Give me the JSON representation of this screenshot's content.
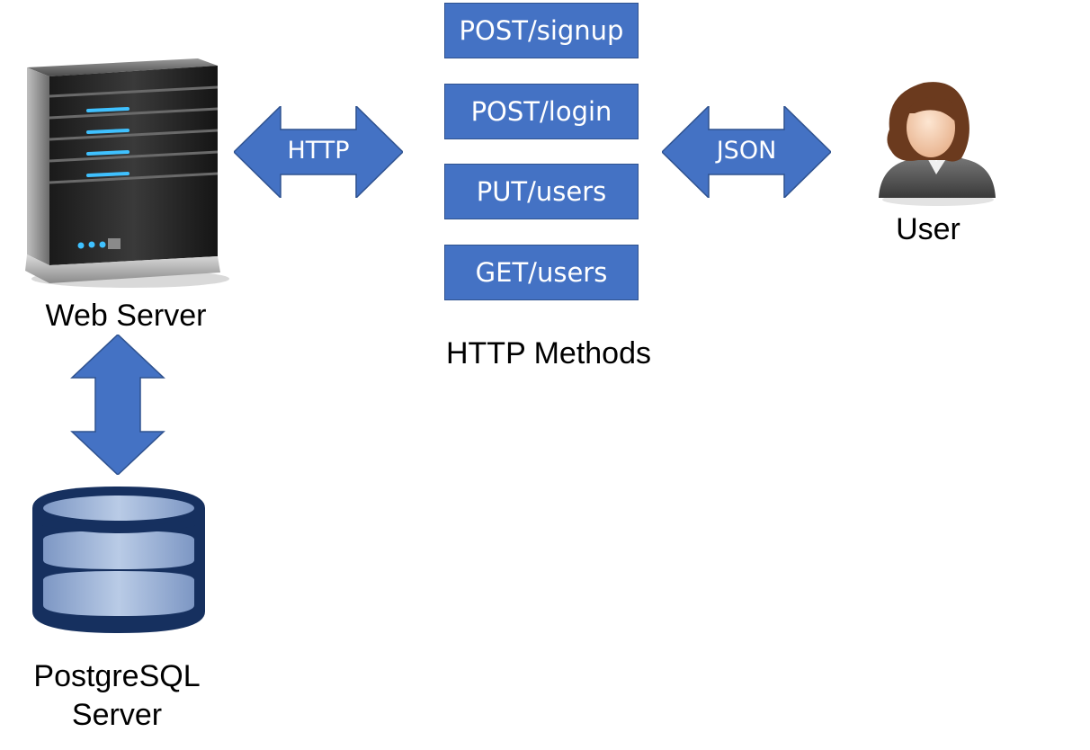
{
  "colors": {
    "accent": "#4472c4",
    "accent_border": "#2f528f"
  },
  "nodes": {
    "web_server": {
      "label": "Web Server",
      "icon": "server-icon"
    },
    "database": {
      "label_line1": "PostgreSQL",
      "label_line2": "Server",
      "icon": "database-icon"
    },
    "user": {
      "label": "User",
      "icon": "user-icon"
    }
  },
  "connectors": {
    "server_to_methods": "HTTP",
    "methods_to_user": "JSON"
  },
  "methods": {
    "caption": "HTTP Methods",
    "items": [
      "POST/signup",
      "POST/login",
      "PUT/users",
      "GET/users"
    ]
  }
}
